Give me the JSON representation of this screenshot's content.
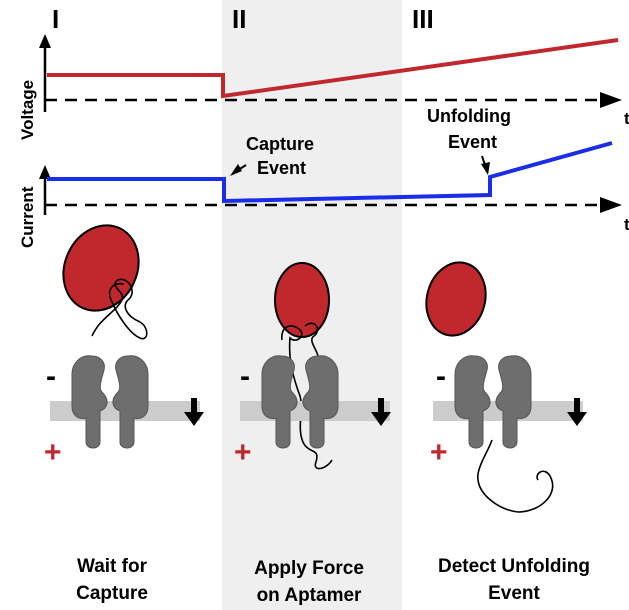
{
  "phases": {
    "i": "I",
    "ii": "II",
    "iii": "III"
  },
  "axes": {
    "voltage": "Voltage",
    "current": "Current",
    "t_upper": "t",
    "t_lower": "t"
  },
  "annotations": {
    "capture_line1": "Capture",
    "capture_line2": "Event",
    "unfolding_line1": "Unfolding",
    "unfolding_line2": "Event"
  },
  "signs": {
    "minus": "-",
    "plus": "+"
  },
  "captions": {
    "phase1_line1": "Wait for",
    "phase1_line2": "Capture",
    "phase2_line1": "Apply Force",
    "phase2_line2": "on Aptamer",
    "phase3_line1": "Detect Unfolding",
    "phase3_line2": "Event"
  },
  "colors": {
    "voltage_trace": "#c0282e",
    "current_trace": "#1a2de8",
    "protein": "#c0282e",
    "pore": "#6e6e6e",
    "membrane": "#cccccc",
    "phase2_band": "#efefef",
    "plus_sign": "#c0282e"
  },
  "icons": {
    "pore": "nanopore-icon",
    "protein": "protein-icon",
    "force_arrow": "down-arrow-icon"
  }
}
